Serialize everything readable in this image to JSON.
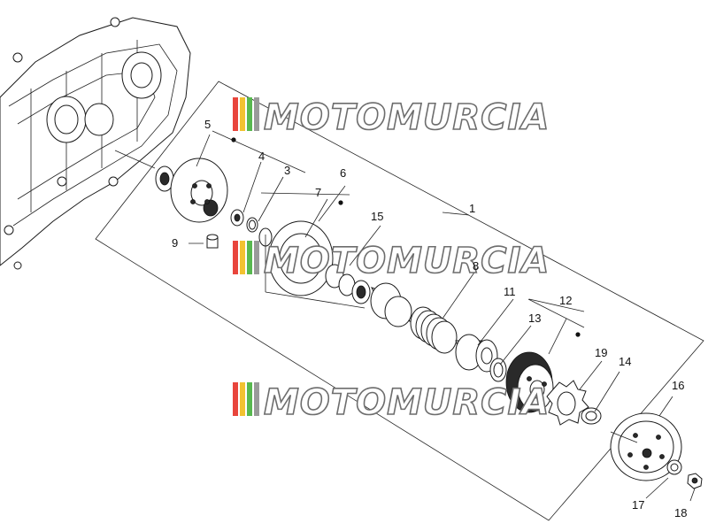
{
  "diagram": {
    "callouts": [
      {
        "id": "c1",
        "text": "1"
      },
      {
        "id": "c3",
        "text": "3"
      },
      {
        "id": "c4",
        "text": "4"
      },
      {
        "id": "c5",
        "text": "5"
      },
      {
        "id": "c6",
        "text": "6"
      },
      {
        "id": "c7",
        "text": "7"
      },
      {
        "id": "c8",
        "text": "8"
      },
      {
        "id": "c9",
        "text": "9"
      },
      {
        "id": "c11",
        "text": "11"
      },
      {
        "id": "c12",
        "text": "12"
      },
      {
        "id": "c13",
        "text": "13"
      },
      {
        "id": "c14",
        "text": "14"
      },
      {
        "id": "c15",
        "text": "15"
      },
      {
        "id": "c16",
        "text": "16"
      },
      {
        "id": "c17",
        "text": "17"
      },
      {
        "id": "c18",
        "text": "18"
      },
      {
        "id": "c19",
        "text": "19"
      }
    ],
    "watermark": "MOTOMURCIA",
    "watermark_stripe_colors": [
      "#e8453c",
      "#f2c230",
      "#58b84f",
      "#7a7a7a"
    ]
  }
}
